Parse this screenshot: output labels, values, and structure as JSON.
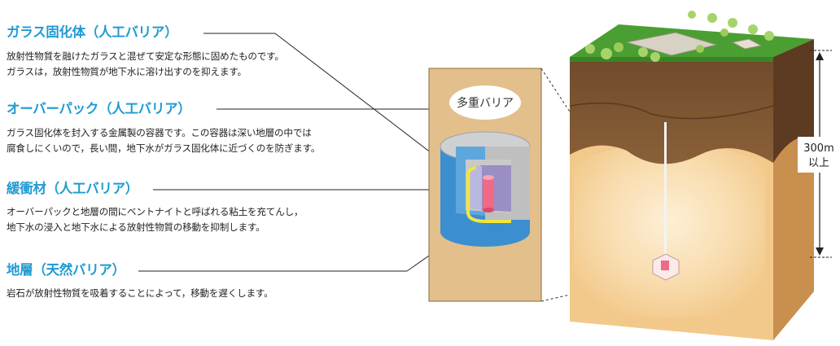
{
  "sections": [
    {
      "heading": "ガラス固化体（人工バリア）",
      "lines": [
        "放射性物質を融けたガラスと混ぜて安定な形態に固めたものです。",
        "ガラスは，放射性物質が地下水に溶け出すのを抑えます。"
      ]
    },
    {
      "heading": "オーバーパック（人工バリア）",
      "lines": [
        "ガラス固化体を封入する金属製の容器です。この容器は深い地層の中では",
        "腐食しにくいので，長い間，地下水がガラス固化体に近づくのを防ぎます。"
      ]
    },
    {
      "heading": "緩衝材（人工バリア）",
      "lines": [
        "オーバーパックと地層の間にベントナイトと呼ばれる粘土を充てんし，",
        "地下水の浸入と地下水による放射性物質の移動を抑制します。"
      ]
    },
    {
      "heading": "地層（天然バリア）",
      "lines": [
        "岩石が放射性物質を吸着することによって，移動を遅くします。"
      ]
    }
  ],
  "multi_barrier_label": "多重バリア",
  "depth_label": [
    "300m",
    "以上"
  ],
  "colors": {
    "heading": "#1f9bd3",
    "panel": "#e3bf8c",
    "grass": "#4a9e32",
    "soil_dark": "#7a5230",
    "rock_light": "#f5d19a",
    "canister": "#f06a86",
    "overpack": "#9b8ec4",
    "buffer": "#3b8fd0",
    "seal_ring": "#f2e53c"
  }
}
